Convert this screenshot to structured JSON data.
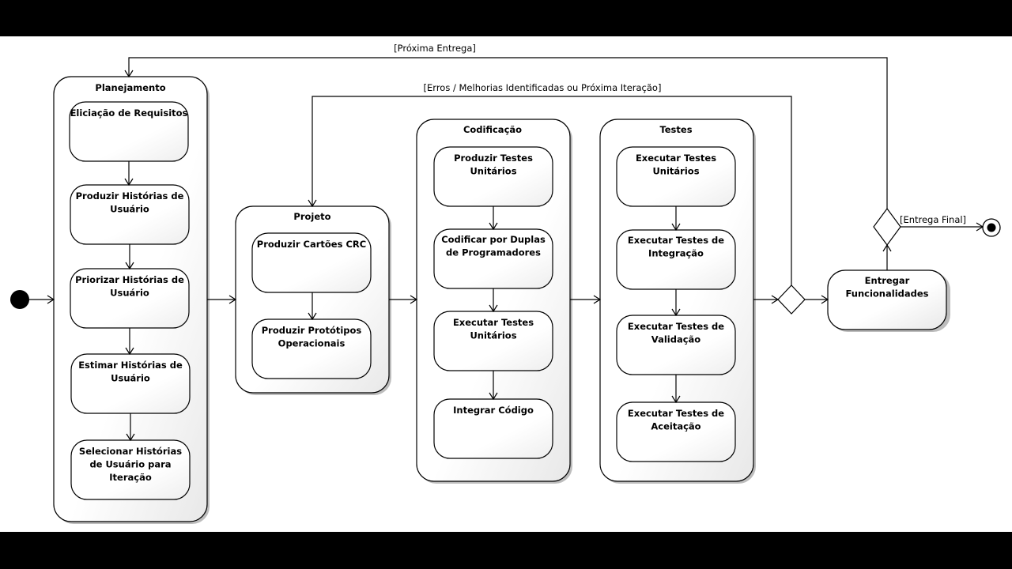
{
  "diagram": {
    "partitions": {
      "planejamento": {
        "title": "Planejamento",
        "activities": [
          "Eliciação de Requisitos",
          "Produzir Histórias de\nUsuário",
          "Priorizar Histórias de\nUsuário",
          "Estimar Histórias de\nUsuário",
          "Selecionar Histórias\nde Usuário para\nIteração"
        ]
      },
      "projeto": {
        "title": "Projeto",
        "activities": [
          "Produzir Cartões CRC",
          "Produzir Protótipos\nOperacionais"
        ]
      },
      "codificacao": {
        "title": "Codificação",
        "activities": [
          "Produzir Testes\nUnitários",
          "Codificar por Duplas\nde Programadores",
          "Executar Testes\nUnitários",
          "Integrar Código"
        ]
      },
      "testes": {
        "title": "Testes",
        "activities": [
          "Executar Testes\nUnitários",
          "Executar Testes de\nIntegração",
          "Executar Testes de\nValidação",
          "Executar Testes de\nAceitação"
        ]
      }
    },
    "entregar": "Entregar\nFuncionalidades",
    "guards": {
      "proxima_entrega": "[Próxima Entrega]",
      "erros": "[Erros / Melhorias Identificadas ou Próxima Iteração]",
      "entrega_final": "[Entrega Final]"
    }
  }
}
